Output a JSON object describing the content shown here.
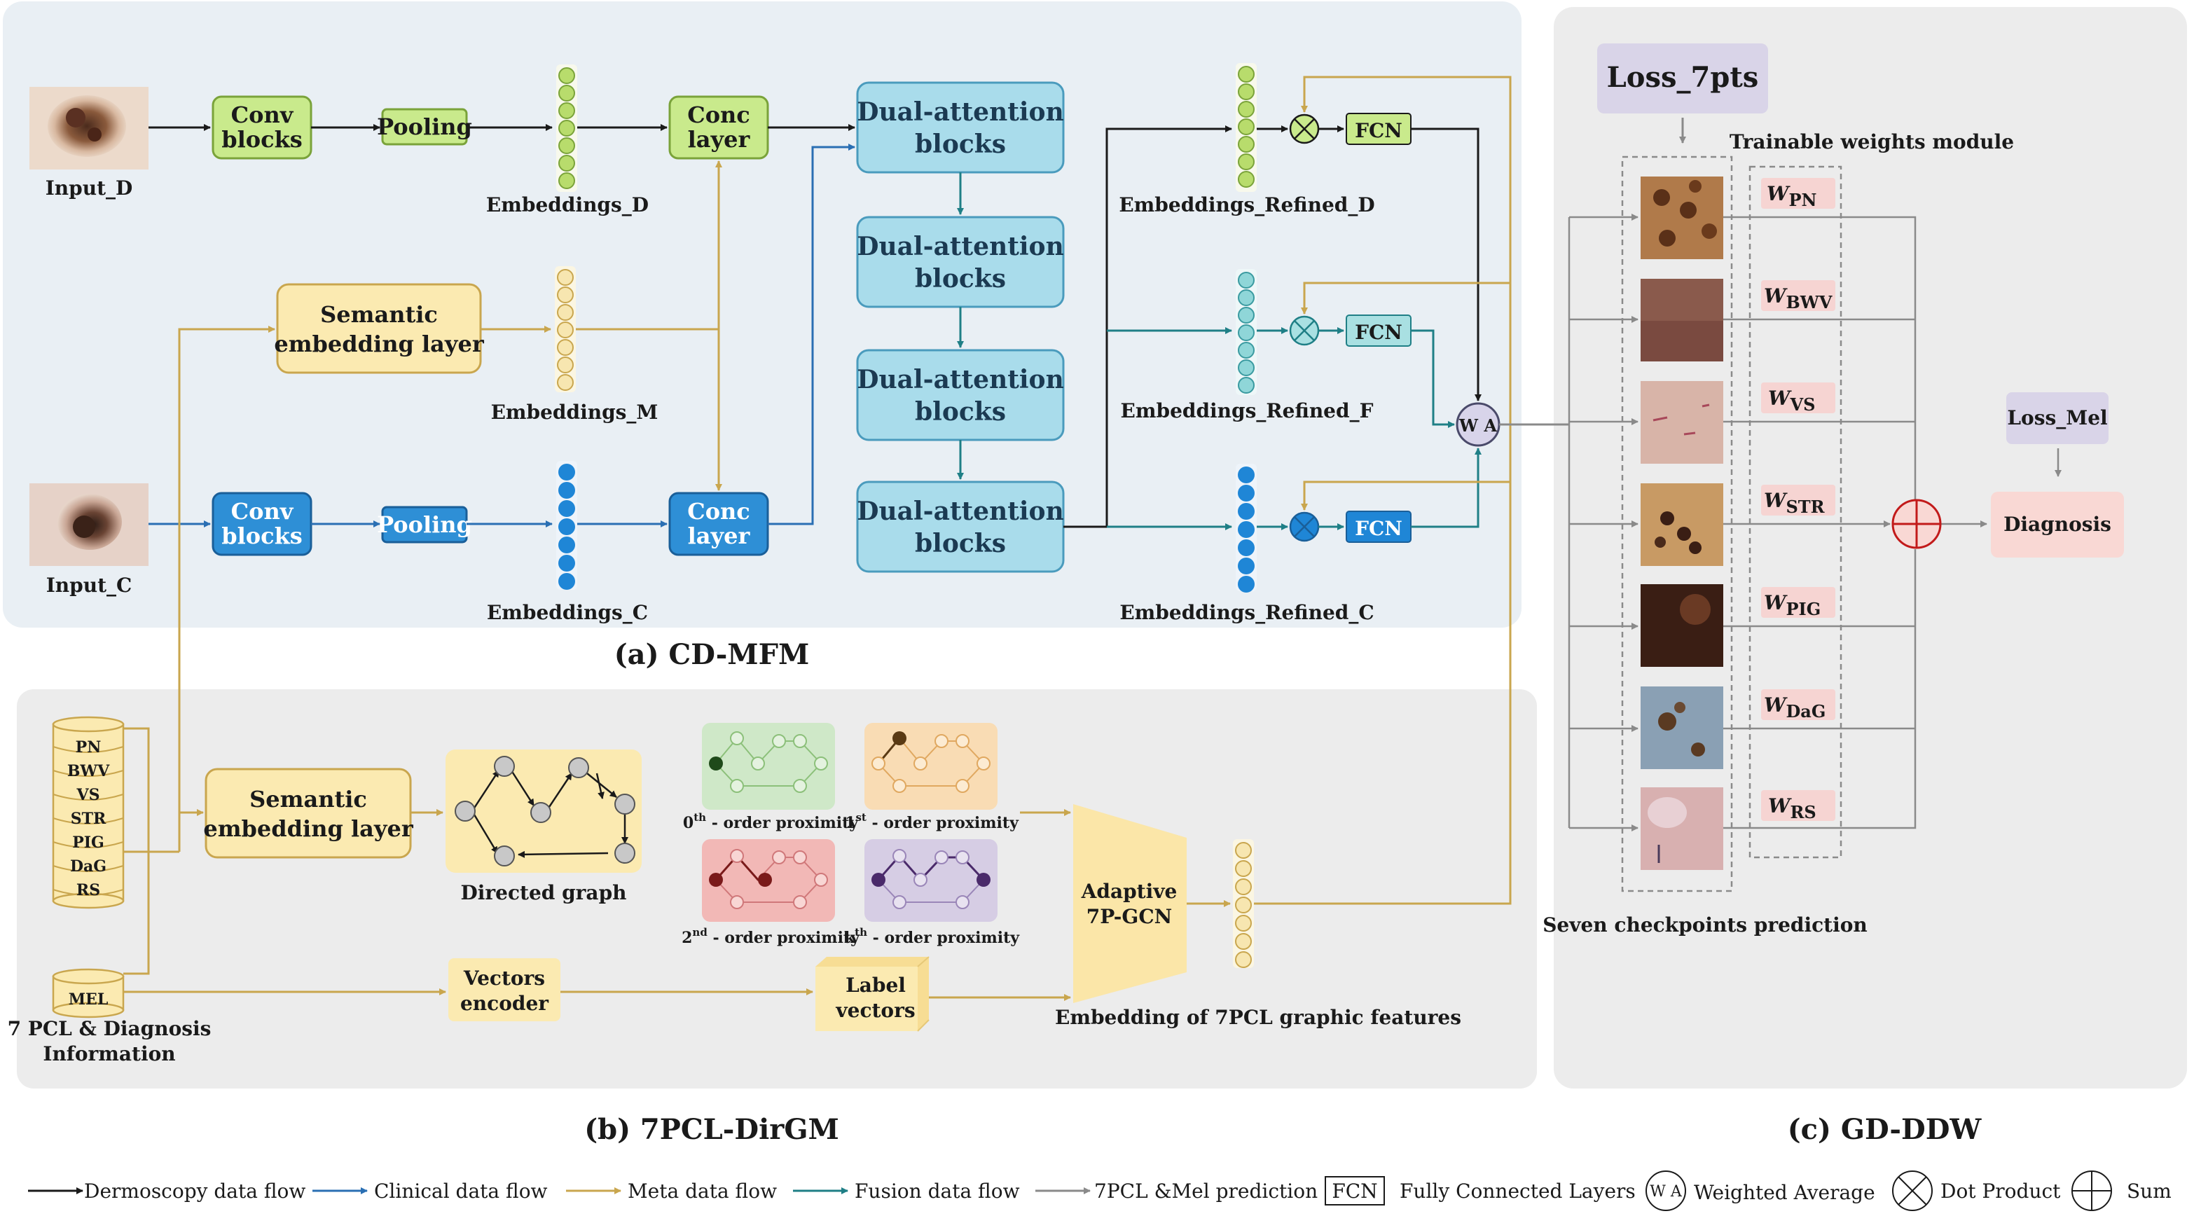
{
  "sections": {
    "a": "(a) CD-MFM",
    "b": "(b) 7PCL-DirGM",
    "c": "(c) GD-DDW"
  },
  "cdmfm": {
    "input_d": "Input_D",
    "input_c": "Input_C",
    "conv_blocks": [
      "Conv",
      "blocks"
    ],
    "pooling": "Pooling",
    "conc_layer": [
      "Conc",
      "layer"
    ],
    "semantic_layer": [
      "Semantic",
      "embedding layer"
    ],
    "dual_attention": [
      "Dual-attention",
      "blocks"
    ],
    "fcn": "FCN",
    "wa": "W A",
    "embeddings_d": "Embeddings_D",
    "embeddings_m": "Embeddings_M",
    "embeddings_c": "Embeddings_C",
    "refined_d": "Embeddings_Refined_D",
    "refined_f": "Embeddings_Refined_F",
    "refined_c": "Embeddings_Refined_C"
  },
  "dirgm": {
    "database_items": [
      "PN",
      "BWV",
      "VS",
      "STR",
      "PIG",
      "DaG",
      "RS"
    ],
    "mel": "MEL",
    "info_label": [
      "7 PCL & Diagnosis",
      "Information"
    ],
    "semantic_layer": [
      "Semantic",
      "embedding layer"
    ],
    "directed_graph": "Directed graph",
    "proximity": [
      {
        "base": "0",
        "sup": "th",
        "rest": " - order proximity"
      },
      {
        "base": "1",
        "sup": "st",
        "rest": " - order proximity"
      },
      {
        "base": "2",
        "sup": "nd",
        "rest": " - order proximity"
      },
      {
        "base": "k",
        "sup": "th",
        "rest": " - order proximity"
      }
    ],
    "vectors_encoder": [
      "Vectors",
      "encoder"
    ],
    "label_vectors": [
      "Label",
      "vectors"
    ],
    "gcn": [
      "Adaptive",
      "7P-GCN"
    ],
    "embedding_caption": "Embedding of 7PCL graphic features"
  },
  "ddw": {
    "loss_7pts": "Loss_7pts",
    "trainable": "Trainable weights module",
    "weights": [
      "PN",
      "BWV",
      "VS",
      "STR",
      "PIG",
      "DaG",
      "RS"
    ],
    "weight_symbol": "W",
    "loss_mel": "Loss_Mel",
    "diagnosis": "Diagnosis",
    "checkpoints": "Seven checkpoints prediction"
  },
  "legend": [
    {
      "label": "Dermoscopy data flow",
      "color": "#1a1a1a"
    },
    {
      "label": "Clinical data flow",
      "color": "#2a6fb3"
    },
    {
      "label": "Meta data flow",
      "color": "#c9a64e"
    },
    {
      "label": "Fusion data flow",
      "color": "#1f7f86"
    },
    {
      "label": "7PCL &Mel prediction",
      "color": "#8a8a8a"
    }
  ],
  "legend_symbols": {
    "fcn_box": "FCN",
    "fcn_label": "Fully Connected Layers",
    "wa_symbol": "W A",
    "wa_label": "Weighted Average",
    "dot_label": "Dot Product",
    "sum_label": "Sum"
  },
  "colors": {
    "dermoscopy": "#1a1a1a",
    "clinical": "#2a6fb3",
    "meta": "#c9a64e",
    "fusion": "#1f7f86",
    "prediction": "#8a8a8a",
    "green_box": "#c9ea8c",
    "blue_box": "#2e8fd6",
    "dual_attention": "#a9dceb",
    "semantic": "#fbeab1",
    "loss": "#d9d4e8",
    "weight_badge": "#f6d4d2",
    "diagnosis": "#f9d8d4"
  }
}
